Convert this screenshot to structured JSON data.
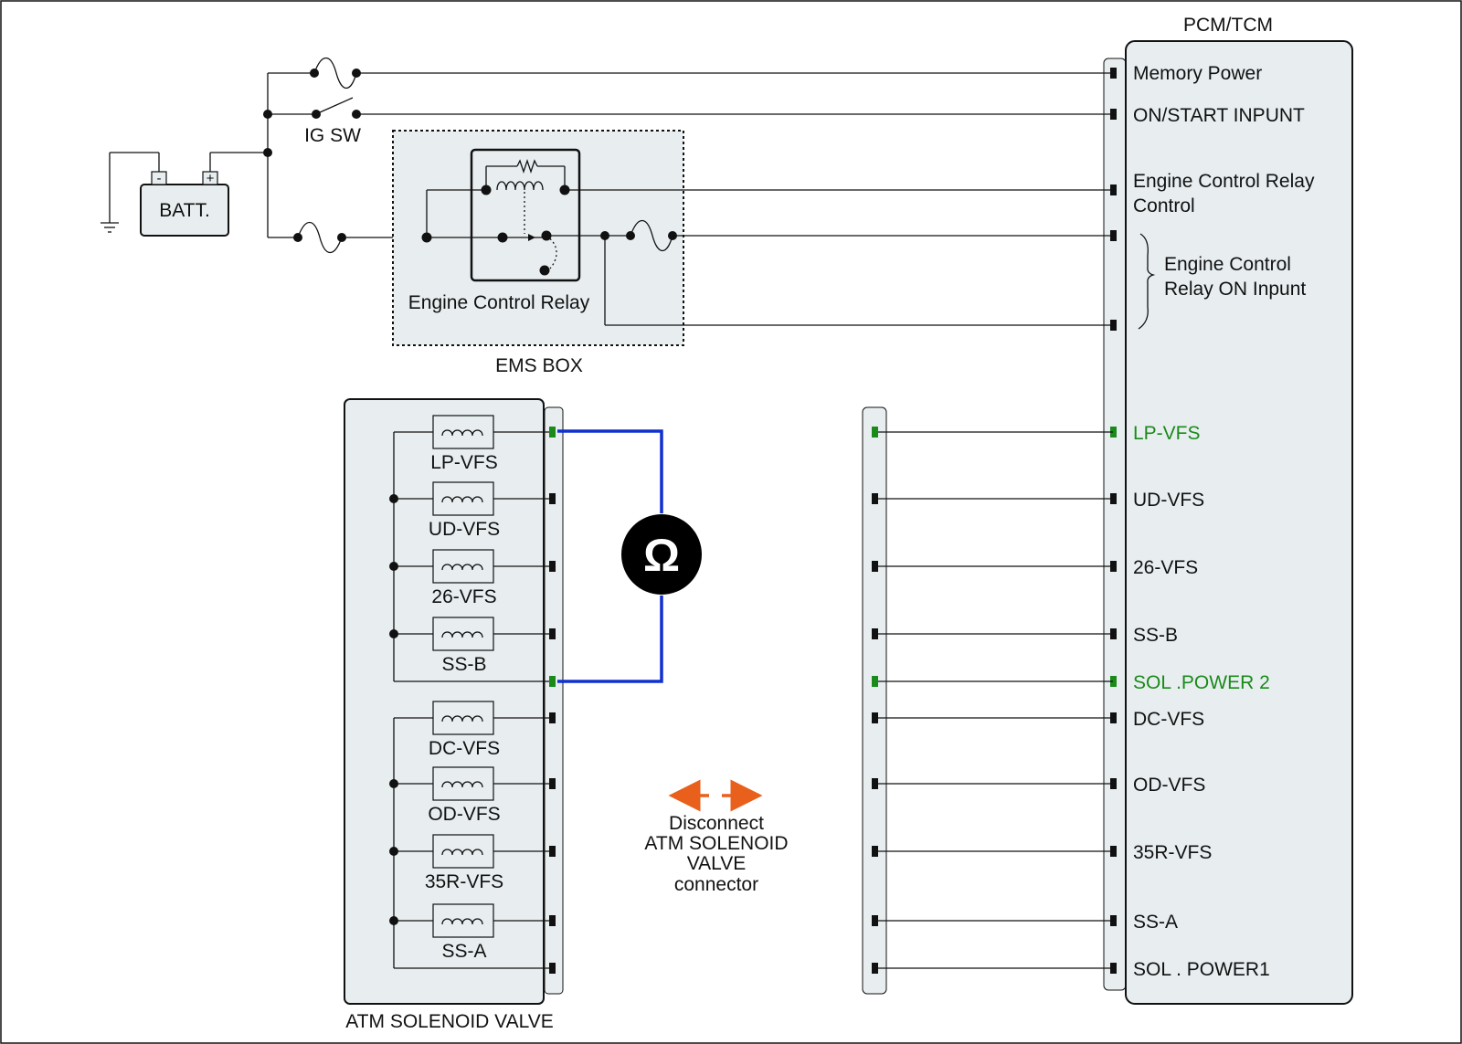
{
  "pcm_tcm": {
    "title": "PCM/TCM",
    "power_pins": [
      "Memory Power",
      "ON/START  INPUNT",
      "Engine Control Relay",
      "Control",
      "Engine Control",
      "Relay ON Inpunt"
    ],
    "solenoid_pins": [
      "LP-VFS",
      "UD-VFS",
      "26-VFS",
      "SS-B",
      "SOL .POWER 2",
      "DC-VFS",
      "OD-VFS",
      "35R-VFS",
      "SS-A",
      "SOL . POWER1"
    ]
  },
  "battery": {
    "label": "BATT.",
    "minus": "-",
    "plus": "+"
  },
  "ig_switch": {
    "label": "IG SW"
  },
  "ems_box": {
    "label": "EMS BOX",
    "relay_label": "Engine Control Relay"
  },
  "atm_valve": {
    "label": "ATM SOLENOID VALVE",
    "solenoids": [
      "LP-VFS",
      "UD-VFS",
      "26-VFS",
      "SS-B",
      "DC-VFS",
      "OD-VFS",
      "35R-VFS",
      "SS-A"
    ]
  },
  "ohmmeter": {
    "symbol": "Ω"
  },
  "instruction": {
    "lines": [
      "Disconnect",
      "ATM SOLENOID",
      "VALVE",
      "connector"
    ]
  },
  "colors": {
    "highlight_green": "#1a8a1a",
    "meter_wire": "#1030d0",
    "arrow": "#e8601c"
  }
}
